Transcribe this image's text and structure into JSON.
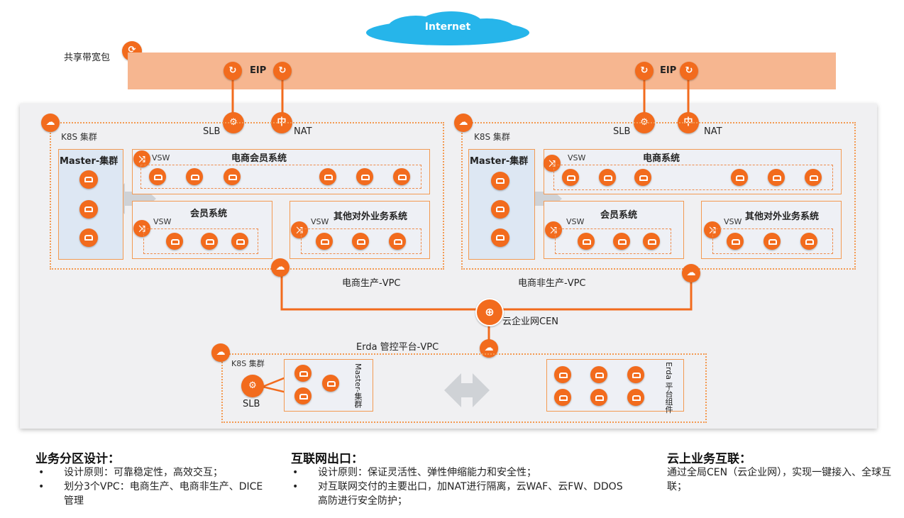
{
  "cloud": {
    "label": "Internet"
  },
  "bandwidth": {
    "label": "共享带宽包"
  },
  "eip_left": "EIP",
  "eip_right": "EIP",
  "slb_left": "SLB",
  "nat_left": "NAT",
  "slb_right": "SLB",
  "nat_right": "NAT",
  "prod_vpc": {
    "k8s": "K8S 集群",
    "master": "Master-集群",
    "top_system": "电商会员系统",
    "vsw_top": "VSW",
    "member_system": "会员系统",
    "vsw_member": "VSW",
    "other_system": "其他对外业务系统",
    "vsw_other": "VSW",
    "name": "电商生产-VPC"
  },
  "nonprod_vpc": {
    "k8s": "K8S 集群",
    "master": "Master-集群",
    "top_system": "电商系统",
    "vsw_top": "VSW",
    "member_system": "会员系统",
    "vsw_member": "VSW",
    "other_system": "其他对外业务系统",
    "vsw_other": "VSW",
    "name": "电商非生产-VPC"
  },
  "cen": {
    "label": "云企业网CEN"
  },
  "erda_vpc": {
    "name": "Erda 管控平台-VPC",
    "k8s": "K8S 集群",
    "slb": "SLB",
    "master": "Master-集群",
    "platform": "Erda 平台组件"
  },
  "notes": {
    "zoning": {
      "title": "业务分区设计：",
      "items": [
        "设计原则：可靠稳定性，高效交互；",
        "划分3个VPC：电商生产、电商非生产、DICE管理"
      ]
    },
    "egress": {
      "title": "互联网出口：",
      "items": [
        "设计原则：保证灵活性、弹性伸缩能力和安全性；",
        "对互联网交付的主要出口，加NAT进行隔离，云WAF、云FW、DDOS 高防进行安全防护；"
      ]
    },
    "interconnect": {
      "title": "云上业务互联：",
      "text": "通过全局CEN（云企业网），实现一键接入、全球互联；"
    }
  },
  "colors": {
    "accent": "#f26b1d",
    "bandwidth": "#f6b690",
    "cloud": "#26b5ea",
    "wire": "#f26b1d"
  }
}
